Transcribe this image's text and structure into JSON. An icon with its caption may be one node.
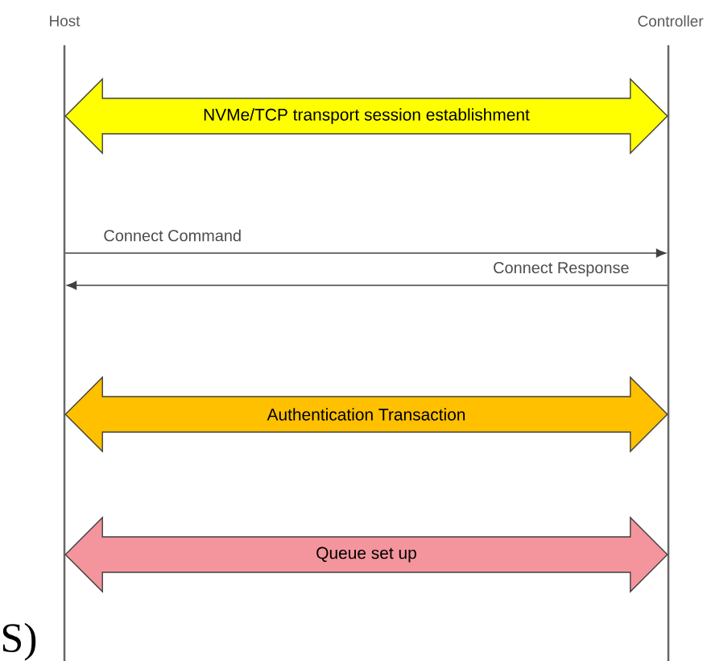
{
  "diagram": {
    "nodes": [
      {
        "text": [
          "Host"
        ]
      },
      {
        "text": [
          "Controller"
        ]
      },
      {
        "text": [],
        "shape": "line"
      },
      {
        "text": [],
        "shape": "line"
      }
    ],
    "edges": [
      {
        "from": 2,
        "to": 3,
        "arrow": "both",
        "label": "NVMe/TCP transport session establishment",
        "style": "thick",
        "color": "#ffff00"
      },
      {
        "from": 2,
        "to": 3,
        "arrow": "to",
        "label": "Connect Command"
      },
      {
        "from": 3,
        "to": 2,
        "arrow": "to",
        "label": "Connect Response"
      },
      {
        "from": 2,
        "to": 3,
        "arrow": "both",
        "label": "Authentication Transaction",
        "style": "thick",
        "color": "#ffc000"
      },
      {
        "from": 2,
        "to": 3,
        "arrow": "both",
        "label": "Queue set up",
        "style": "thick",
        "color": "#f4949c"
      }
    ],
    "labels": [
      "S)"
    ]
  }
}
